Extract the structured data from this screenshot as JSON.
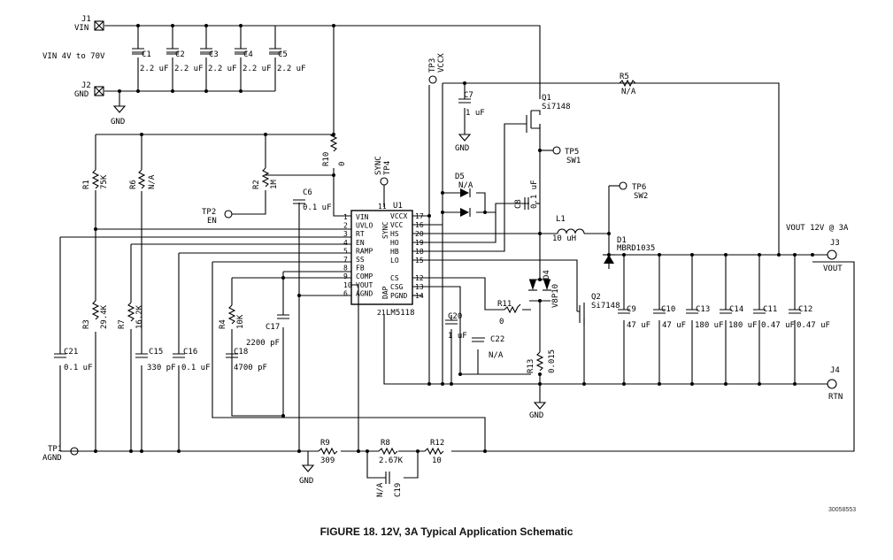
{
  "figure": {
    "caption": "FIGURE 18. 12V, 3A Typical Application Schematic",
    "doc_number": "30058553"
  },
  "connectors": {
    "j1": {
      "ref": "J1",
      "name": "VIN"
    },
    "j2": {
      "ref": "J2",
      "name": "GND"
    },
    "j3": {
      "ref": "J3",
      "name": "VOUT"
    },
    "j4": {
      "ref": "J4",
      "name": "RTN"
    }
  },
  "notes": {
    "vin_range": "VIN 4V to 70V",
    "vout_spec": "VOUT 12V @ 3A"
  },
  "ground": "GND",
  "testpoints": {
    "tp1": {
      "ref": "TP1",
      "name": "AGND"
    },
    "tp2": {
      "ref": "TP2",
      "name": "EN"
    },
    "tp3": {
      "ref": "TP3",
      "name": "VCCX"
    },
    "tp4": {
      "ref": "TP4",
      "name": "SYNC"
    },
    "tp5": {
      "ref": "TP5",
      "name": "SW1"
    },
    "tp6": {
      "ref": "TP6",
      "name": "SW2"
    }
  },
  "ic": {
    "ref": "U1",
    "part": "LM5118",
    "pins_left": [
      {
        "num": "1",
        "name": "VIN"
      },
      {
        "num": "2",
        "name": "UVLO"
      },
      {
        "num": "3",
        "name": "RT"
      },
      {
        "num": "4",
        "name": "EN"
      },
      {
        "num": "5",
        "name": "RAMP"
      },
      {
        "num": "7",
        "name": "SS"
      },
      {
        "num": "8",
        "name": "FB"
      },
      {
        "num": "9",
        "name": "COMP"
      },
      {
        "num": "10",
        "name": "VOUT"
      },
      {
        "num": "6",
        "name": "AGND"
      }
    ],
    "pins_right": [
      {
        "num": "17",
        "name": "VCCX"
      },
      {
        "num": "16",
        "name": "VCC"
      },
      {
        "num": "20",
        "name": "HS"
      },
      {
        "num": "19",
        "name": "HO"
      },
      {
        "num": "18",
        "name": "HB"
      },
      {
        "num": "15",
        "name": "LO"
      },
      {
        "num": "12",
        "name": "CS"
      },
      {
        "num": "13",
        "name": "CSG"
      },
      {
        "num": "14",
        "name": "PGND"
      }
    ],
    "pin_top": {
      "num": "11",
      "name": "SYNC"
    },
    "pin_dap": {
      "num": "21",
      "name": "DAP"
    }
  },
  "components": {
    "c1": {
      "ref": "C1",
      "value": "2.2 uF"
    },
    "c2": {
      "ref": "C2",
      "value": "2.2 uF"
    },
    "c3": {
      "ref": "C3",
      "value": "2.2 uF"
    },
    "c4": {
      "ref": "C4",
      "value": "2.2 uF"
    },
    "c5": {
      "ref": "C5",
      "value": "2.2 uF"
    },
    "c6": {
      "ref": "C6",
      "value": "0.1 uF"
    },
    "c7": {
      "ref": "C7",
      "value": "1 uF"
    },
    "c8": {
      "ref": "C8",
      "value": "0.1 uF"
    },
    "c9": {
      "ref": "C9",
      "value": "47 uF"
    },
    "c10": {
      "ref": "C10",
      "value": "47 uF"
    },
    "c11": {
      "ref": "C11",
      "value": "0.47 uF"
    },
    "c12": {
      "ref": "C12",
      "value": "0.47 uF"
    },
    "c13": {
      "ref": "C13",
      "value": "180 uF"
    },
    "c14": {
      "ref": "C14",
      "value": "180 uF"
    },
    "c15": {
      "ref": "C15",
      "value": "330 pF"
    },
    "c16": {
      "ref": "C16",
      "value": "0.1 uF"
    },
    "c17": {
      "ref": "C17",
      "value": "2200 pF"
    },
    "c18": {
      "ref": "C18",
      "value": "4700 pF"
    },
    "c19": {
      "ref": "C19",
      "value": "N/A"
    },
    "c20": {
      "ref": "C20",
      "value": "1 uF"
    },
    "c21": {
      "ref": "C21",
      "value": "0.1 uF"
    },
    "c22": {
      "ref": "C22",
      "value": "N/A"
    },
    "r1": {
      "ref": "R1",
      "value": "75K"
    },
    "r2": {
      "ref": "R2",
      "value": "1M"
    },
    "r3": {
      "ref": "R3",
      "value": "29.4K"
    },
    "r4": {
      "ref": "R4",
      "value": "10K"
    },
    "r5": {
      "ref": "R5",
      "value": "N/A"
    },
    "r6": {
      "ref": "R6",
      "value": "N/A"
    },
    "r7": {
      "ref": "R7",
      "value": "16.2K"
    },
    "r8": {
      "ref": "R8",
      "value": "2.67K"
    },
    "r9": {
      "ref": "R9",
      "value": "309"
    },
    "r10": {
      "ref": "R10",
      "value": "0"
    },
    "r11": {
      "ref": "R11",
      "value": "0"
    },
    "r12": {
      "ref": "R12",
      "value": "10"
    },
    "r13": {
      "ref": "R13",
      "value": "0.015"
    },
    "l1": {
      "ref": "L1",
      "value": "10 uH"
    },
    "d1": {
      "ref": "D1",
      "value": "MBRD1035"
    },
    "d4": {
      "ref": "D4",
      "value": "V8P10"
    },
    "d5": {
      "ref": "D5",
      "value": "N/A"
    },
    "q1": {
      "ref": "Q1",
      "value": "Si7148"
    },
    "q2": {
      "ref": "Q2",
      "value": "Si7148"
    }
  }
}
